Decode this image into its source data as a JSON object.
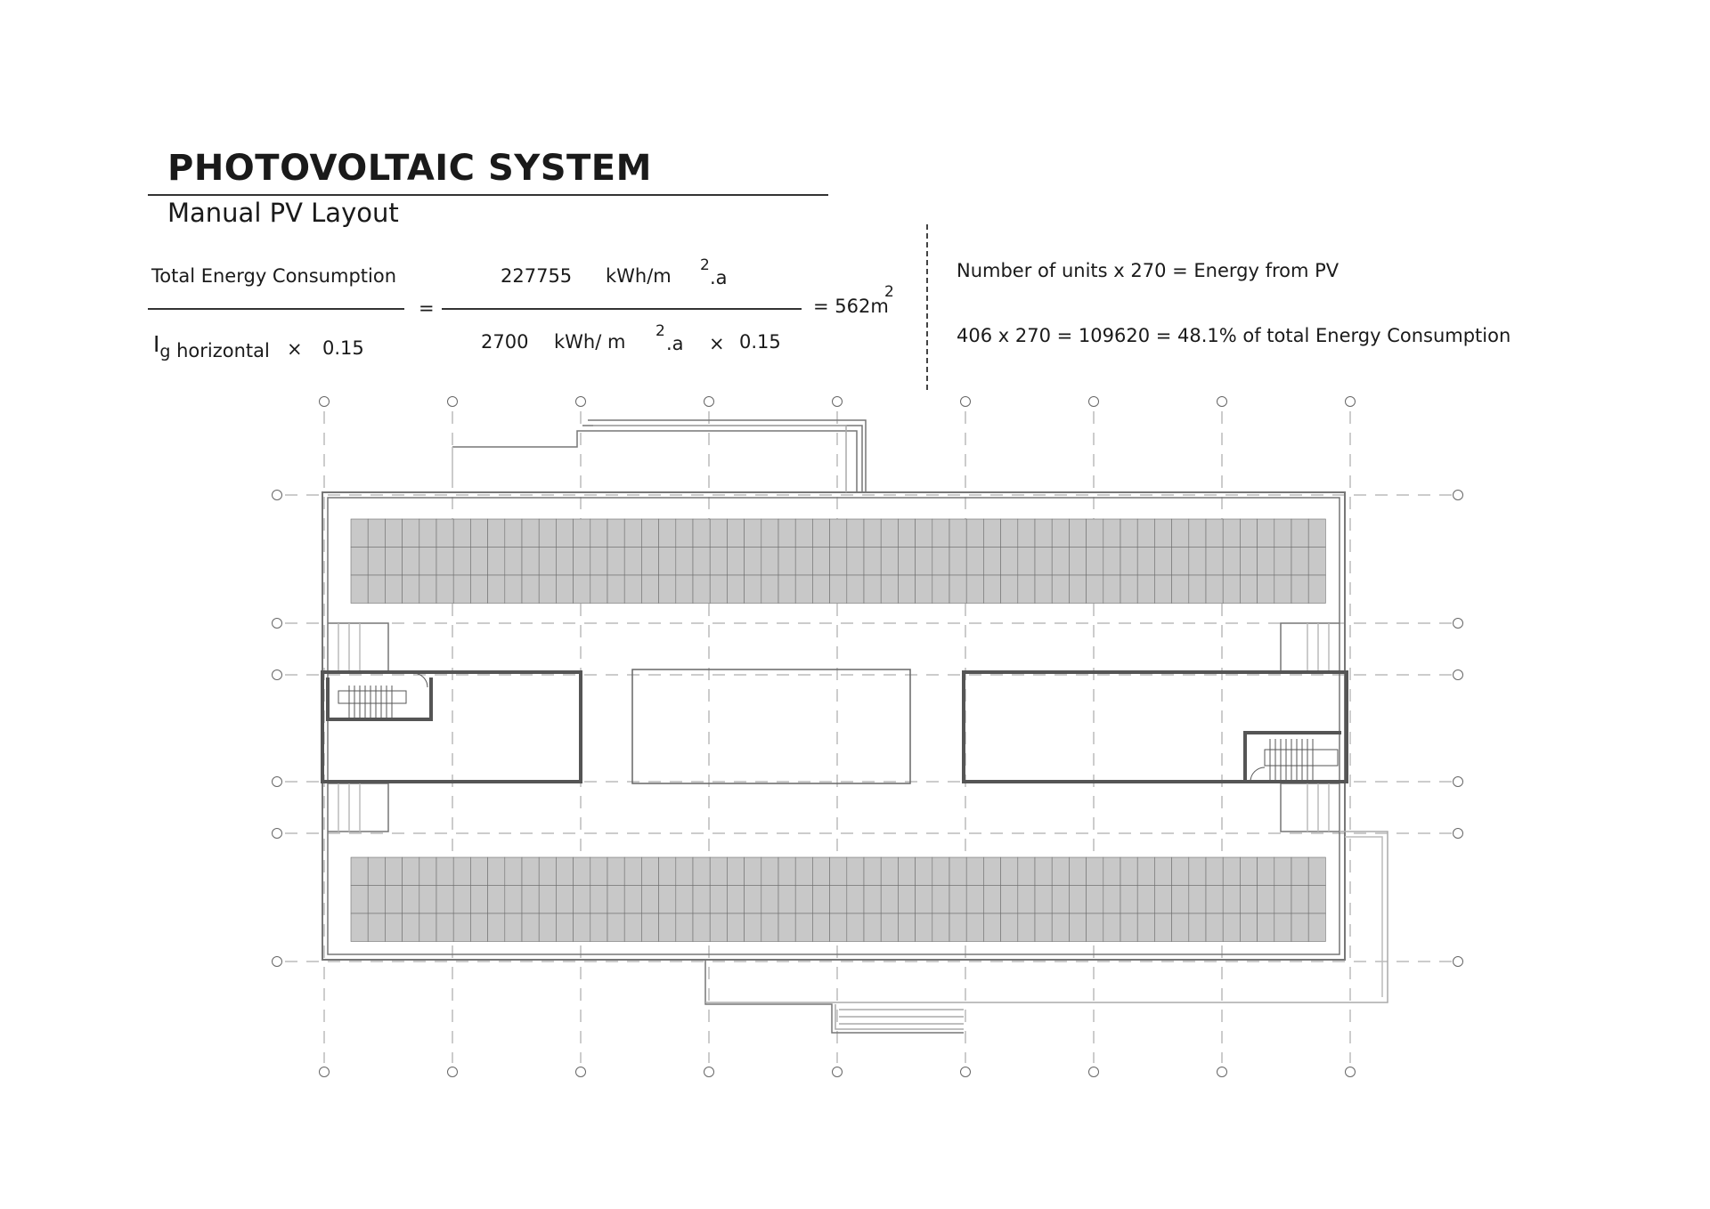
{
  "header": {
    "title": "PHOTOVOLTAIC SYSTEM",
    "subtitle": "Manual PV Layout"
  },
  "formula": {
    "left_numerator": "Total Energy Consumption",
    "left_denominator_symbol": "I",
    "left_denominator_sub": "g",
    "left_denominator_rest": "horizontal",
    "times": "×",
    "factor": "0.15",
    "equals": "=",
    "right_numerator_value": "227755",
    "right_numerator_unit": "kWh/m",
    "right_numerator_sup": "2",
    "right_numerator_tail": ".a",
    "right_denominator_value": "2700",
    "right_denominator_unit": "kWh/ m",
    "right_denominator_sup": "2",
    "right_denominator_tail": ".a",
    "right_denominator_times": "×",
    "right_denominator_factor": "0.15",
    "result": "= 562m",
    "result_sup": "2"
  },
  "energy_notes": {
    "line1": "Number of units x 270 = Energy from PV",
    "line2": "406 x 270 = 109620 = 48.1% of total Energy Consumption"
  },
  "plan": {
    "pv_rows_per_array": 3,
    "pv_cols_per_array": 57,
    "pv_fill": "#c8c8c8",
    "pv_stroke": "#6e6e6e",
    "wall_color": "#555555",
    "grid_line_color": "#9a9a9a"
  }
}
